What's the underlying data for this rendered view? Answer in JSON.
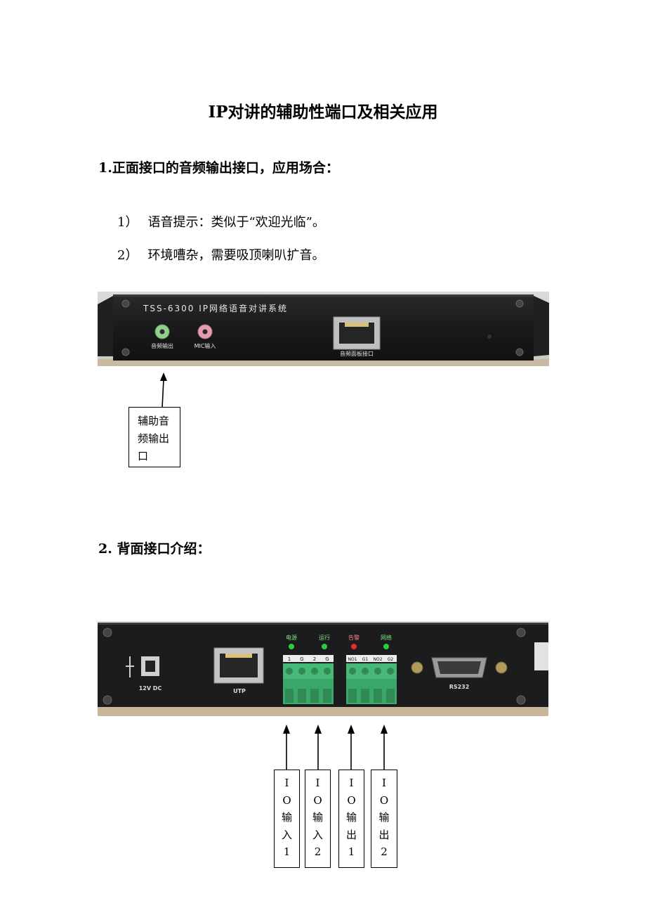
{
  "title": "IP对讲的辅助性端口及相关应用",
  "section1": {
    "heading": "1.正面接口的音频输出接口，应用场合：",
    "items": [
      {
        "num": "1）",
        "text": "语音提示：类似于“欢迎光临”。"
      },
      {
        "num": "2）",
        "text": "环境嘈杂，需要吸顶喇叭扩音。"
      }
    ],
    "photo": {
      "brand_text": "TSS-6300 IP网络语音对讲系统",
      "jack1_label": "音频输出",
      "jack2_label": "MIC输入",
      "port_label": "音频面板接口"
    },
    "callout": [
      "辅助音",
      "频输出",
      "口"
    ]
  },
  "section2": {
    "heading": "2.  背面接口介绍：",
    "photo": {
      "dc_label": "12V DC",
      "utp_label": "UTP",
      "led_labels": [
        "电源",
        "运行",
        "告警",
        "网络"
      ],
      "block1_labels": [
        "1",
        "G",
        "2",
        "G"
      ],
      "block2_labels": [
        "NO1",
        "G1",
        "NO2",
        "G2"
      ],
      "rs232_label": "RS232"
    },
    "callouts": [
      {
        "chars": [
          "I",
          "O",
          "输",
          "入",
          "1"
        ]
      },
      {
        "chars": [
          "I",
          "O",
          "输",
          "入",
          "2"
        ]
      },
      {
        "chars": [
          "I",
          "O",
          "输",
          "出",
          "1"
        ]
      },
      {
        "chars": [
          "I",
          "O",
          "输",
          "出",
          "2"
        ]
      }
    ]
  },
  "colors": {
    "panel": "#1c1c1e",
    "terminal_green": "#3aa86a",
    "led_green": "#2ecc40",
    "led_red": "#e52b2b",
    "jack_green": "#8fd18a",
    "jack_pink": "#e79bb0"
  }
}
